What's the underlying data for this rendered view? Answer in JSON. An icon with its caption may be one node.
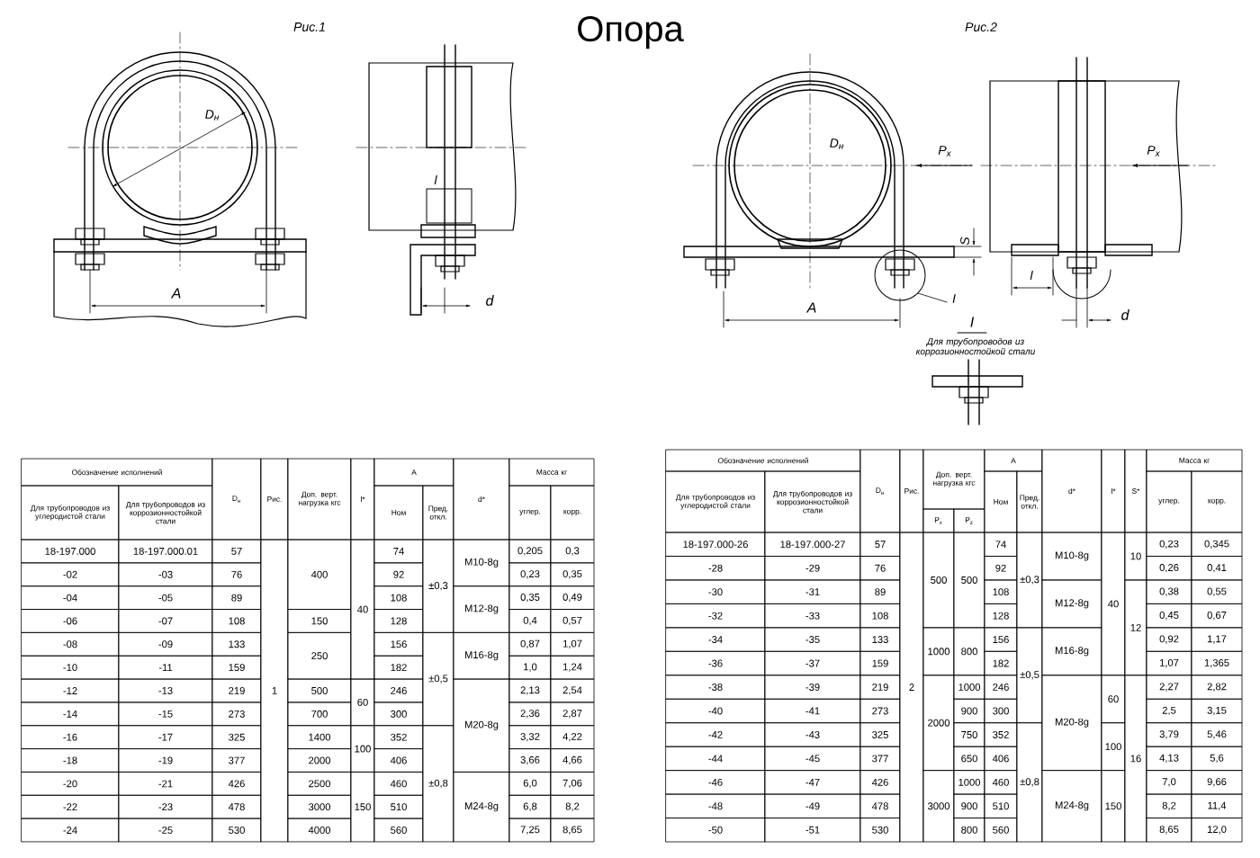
{
  "diagram": {
    "title": "Опора",
    "labels": [
      "Рис.1",
      "D$_{н}$",
      "A",
      "l",
      "d",
      "Рис.2",
      "D$_{н}$",
      "P$_{x}$",
      "P$_{x}$",
      "S",
      "I",
      "A",
      "I",
      "l",
      "d",
      "Для трубопроводов из коррозионностойкой стали",
      "Обозначение исполнений",
      "D$_{н}$",
      "Рис.",
      "Доп. верт. нагрузка кгс",
      "l*",
      "A",
      "d*",
      "Масса кг",
      "Для трубопроводов из углеродистой стали",
      "Для трубопроводов из коррозионностойкой стали",
      "Ном",
      "Пред. откл.",
      "углер.",
      "корр.",
      "18-197.000",
      "18-197.000.01",
      "57",
      "1",
      "400",
      "40",
      "74",
      "±0,3",
      "М10-8g",
      "0,205",
      "0,3",
      "-02",
      "-03",
      "76",
      "92",
      "0,23",
      "0,35",
      "-04",
      "-05",
      "89",
      "108",
      "М12-8g",
      "0,35",
      "0,49",
      "-06",
      "-07",
      "108",
      "150",
      "128",
      "0,4",
      "0,57",
      "-08",
      "-09",
      "133",
      "250",
      "156",
      "±0,5",
      "М16-8g",
      "0,87",
      "1,07",
      "-10",
      "-11",
      "159",
      "182",
      "1,0",
      "1,24",
      "-12",
      "-13",
      "219",
      "500",
      "60",
      "246",
      "М20-8g",
      "2,13",
      "2,54",
      "-14",
      "-15",
      "273",
      "700",
      "300",
      "2,36",
      "2,87",
      "-16",
      "-17",
      "325",
      "1400",
      "100",
      "352",
      "±0,8",
      "3,32",
      "4,22",
      "-18",
      "-19",
      "377",
      "2000",
      "406",
      "3,66",
      "4,66",
      "-20",
      "-21",
      "426",
      "2500",
      "150",
      "460",
      "М24-8g",
      "6,0",
      "7,06",
      "-22",
      "-23",
      "478",
      "3000",
      "510",
      "6,8",
      "8,2",
      "-24",
      "-25",
      "530",
      "4000",
      "560",
      "7,25",
      "8,65",
      "Обозначение исполнений",
      "D$_{н}$",
      "Рис.",
      "Доп. верт. нагрузка кгс",
      "A",
      "d*",
      "l*",
      "S*",
      "Масса кг",
      "Для трубопроводов из углеродистой стали",
      "Для трубопроводов из коррозионностойкой стали",
      "Ном",
      "Пред. откл.",
      "углер.",
      "корр.",
      "P$_{x}$",
      "P$_{z}$",
      "18-197.000-26",
      "18-197.000-27",
      "57",
      "2",
      "500",
      "500",
      "74",
      "±0,3",
      "М10-8g",
      "40",
      "10",
      "0,23",
      "0,345",
      "-28",
      "-29",
      "76",
      "92",
      "0,26",
      "0,41",
      "-30",
      "-31",
      "89",
      "108",
      "М12-8g",
      "12",
      "0,38",
      "0,55",
      "-32",
      "-33",
      "108",
      "128",
      "0,45",
      "0,67",
      "-34",
      "-35",
      "133",
      "1000",
      "800",
      "156",
      "±0,5",
      "М16-8g",
      "0,92",
      "1,17",
      "-36",
      "-37",
      "159",
      "182",
      "1,07",
      "1,365",
      "-38",
      "-39",
      "219",
      "2000",
      "1000",
      "246",
      "М20-8g",
      "60",
      "16",
      "2,27",
      "2,82",
      "-40",
      "-41",
      "273",
      "900",
      "300",
      "2,5",
      "3,15",
      "-42",
      "-43",
      "325",
      "750",
      "352",
      "±0,8",
      "100",
      "3,79",
      "5,46",
      "-44",
      "-45",
      "377",
      "650",
      "406",
      "4,13",
      "5,6",
      "-46",
      "-47",
      "426",
      "3000",
      "1000",
      "460",
      "М24-8g",
      "150",
      "7,0",
      "9,66",
      "-48",
      "-49",
      "478",
      "900",
      "510",
      "8,2",
      "11,4",
      "-50",
      "-51",
      "530",
      "800",
      "560",
      "8,65",
      "12,0"
    ]
  }
}
